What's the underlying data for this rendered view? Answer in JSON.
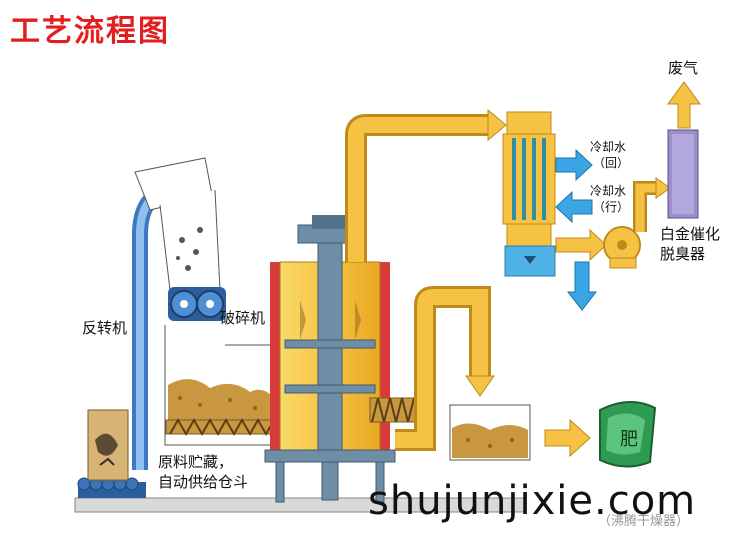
{
  "title": "工艺流程图",
  "labels": {
    "reverse_conveyor": "反转机",
    "crusher": "破碎机",
    "raw_storage_line1": "原料贮藏，",
    "raw_storage_line2": "自动供给仓斗",
    "exhaust": "废气",
    "cooling_water_in_1": "冷却水",
    "cooling_water_in_2": "（回）",
    "cooling_water_out_1": "冷却水",
    "cooling_water_out_2": "（行）",
    "catalyst_line1": "白金催化",
    "catalyst_line2": "脱臭器",
    "dryer_caption": "（沸腾干燥器）",
    "fertilizer_bag": "肥"
  },
  "watermark": "shujunjixie.com",
  "colors": {
    "title": "#e21e1e",
    "pipe_yellow": "#f6c243",
    "pipe_outline": "#c08a1a",
    "conveyor_blue": "#4f8fd6",
    "arrow_blue": "#3aa6e6",
    "material": "#c9973f",
    "reactor_red": "#d93a3a",
    "machine_gray": "#6f8ea6",
    "catalyst_purple": "#9c8ec8",
    "bag_green": "#2f9a52"
  }
}
